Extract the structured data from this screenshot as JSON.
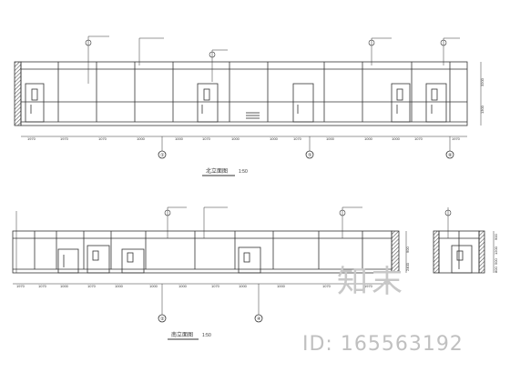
{
  "drawing": {
    "top_elevation": {
      "title": "北立面图",
      "scale": "1:50",
      "axis_labels": [
        "①",
        "⑤",
        "⑧"
      ],
      "dimensions": [
        "1970",
        "1970",
        "1070",
        "1000",
        "1000",
        "1070",
        "1000",
        "1000",
        "1070",
        "1000",
        "1000",
        "1000",
        "1070",
        "1970"
      ],
      "height_dims": [
        "3200",
        "1300"
      ]
    },
    "bottom_elevation": {
      "title": "南立面图",
      "scale": "1:50",
      "axis_labels": [
        "②",
        "④"
      ],
      "dimensions": [
        "1970",
        "1070",
        "1000",
        "1070",
        "1000",
        "1000",
        "1000",
        "1070",
        "1000",
        "1000",
        "1070",
        "1970"
      ],
      "height_dims": [
        "900",
        "2400"
      ]
    },
    "side_elevation": {
      "height_dims": [
        "900",
        "1200",
        "500",
        "800"
      ]
    },
    "colors": {
      "line": "#333333",
      "wall_hatch": "#555555",
      "watermark": "#c0c0c0"
    }
  },
  "watermark": {
    "logo": "知末",
    "id_text": "ID: 165563192"
  }
}
